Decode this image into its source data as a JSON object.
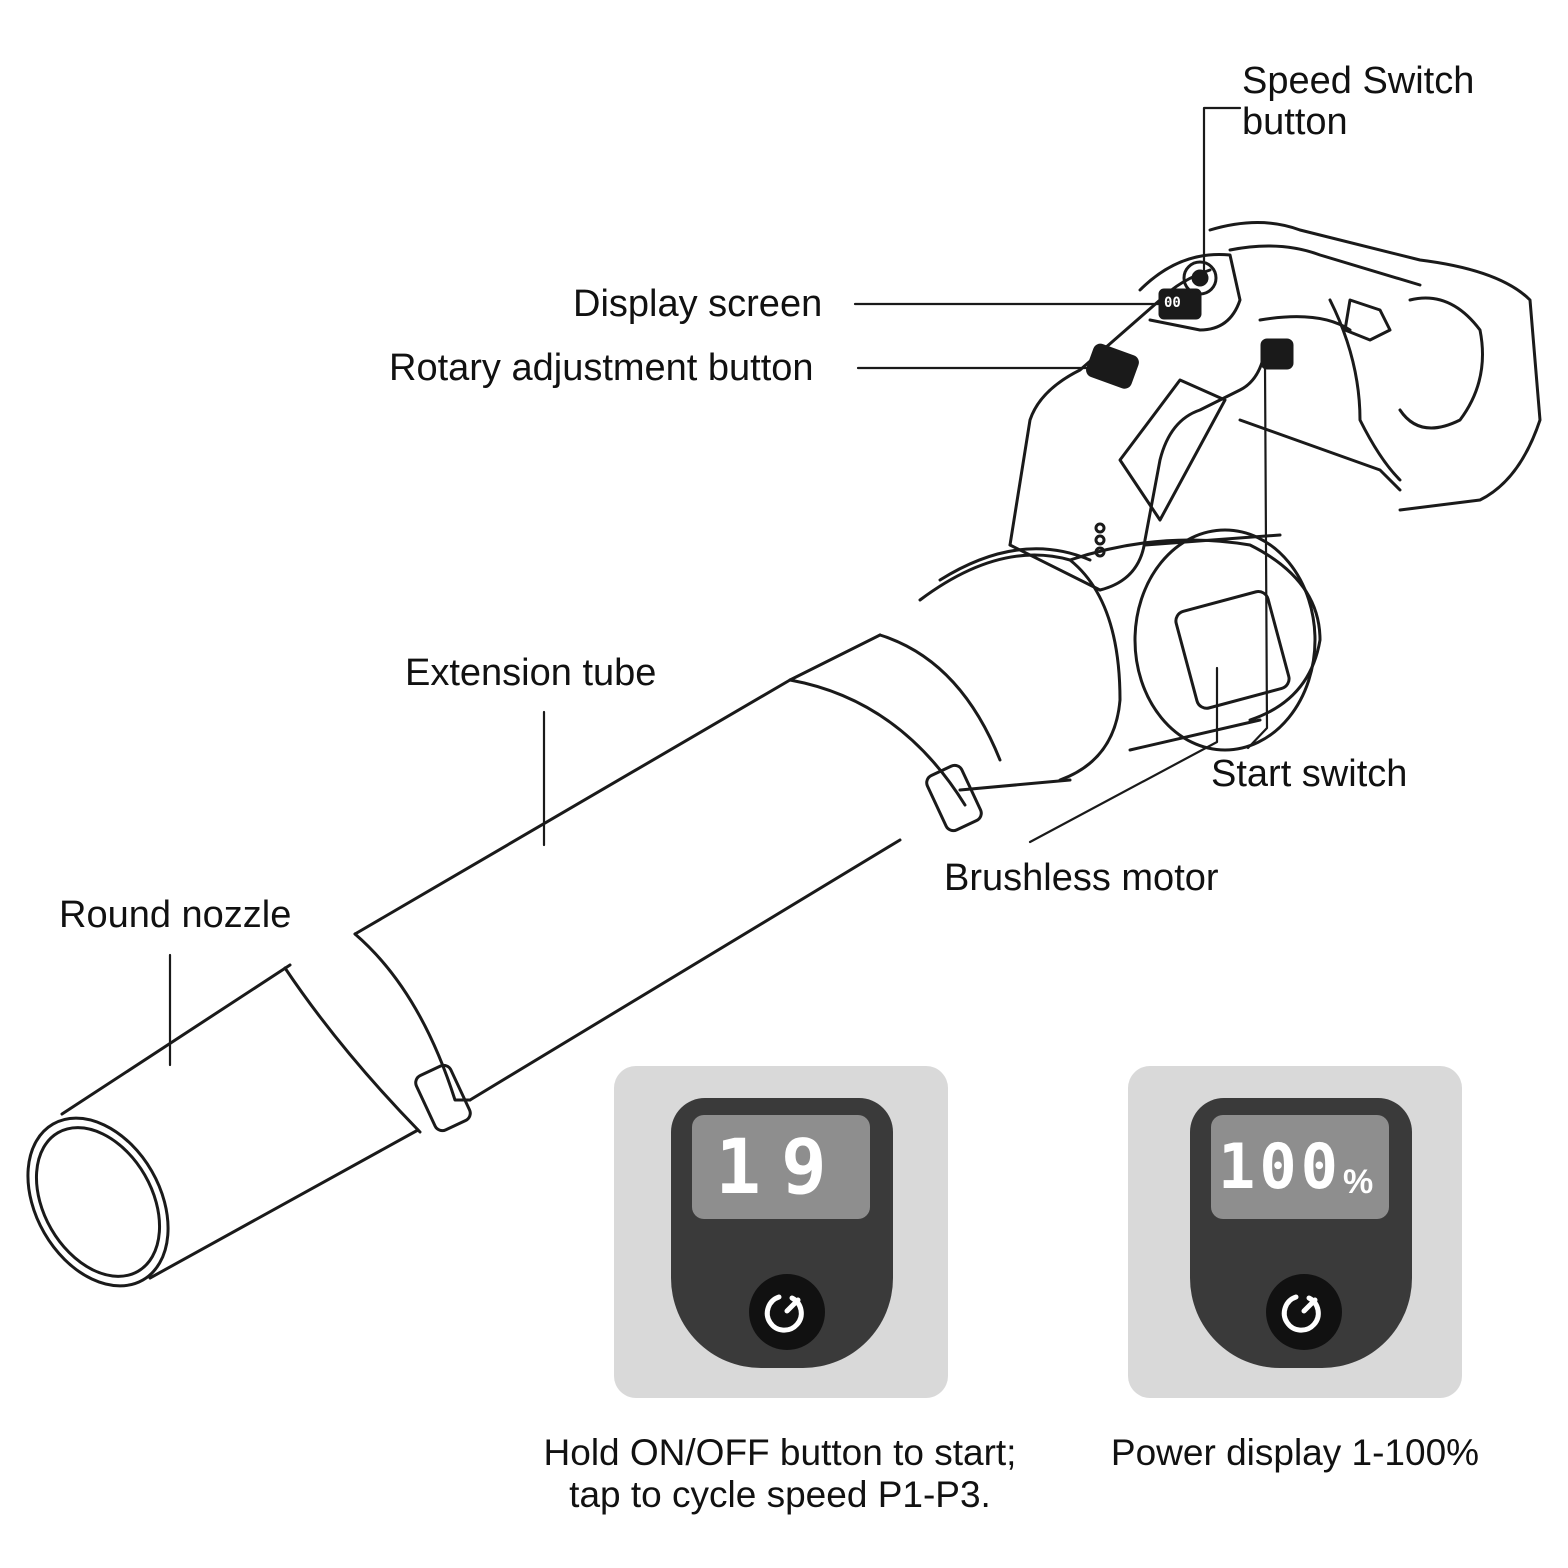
{
  "labels": {
    "speed_switch_line1": "Speed Switch",
    "speed_switch_line2": "button",
    "display_screen": "Display screen",
    "rotary_button": "Rotary adjustment button",
    "extension_tube": "Extension tube",
    "start_switch": "Start switch",
    "brushless_motor": "Brushless motor",
    "round_nozzle": "Round nozzle"
  },
  "mini_display": "00",
  "panels": [
    {
      "lcd_text": "19",
      "lcd_suffix": "",
      "caption_line1": "Hold ON/OFF button to start;",
      "caption_line2": "tap to cycle speed P1-P3."
    },
    {
      "lcd_text": "100",
      "lcd_suffix": "%",
      "caption_line1": "Power display 1-100%",
      "caption_line2": ""
    }
  ],
  "icons": [
    "power-icon"
  ]
}
